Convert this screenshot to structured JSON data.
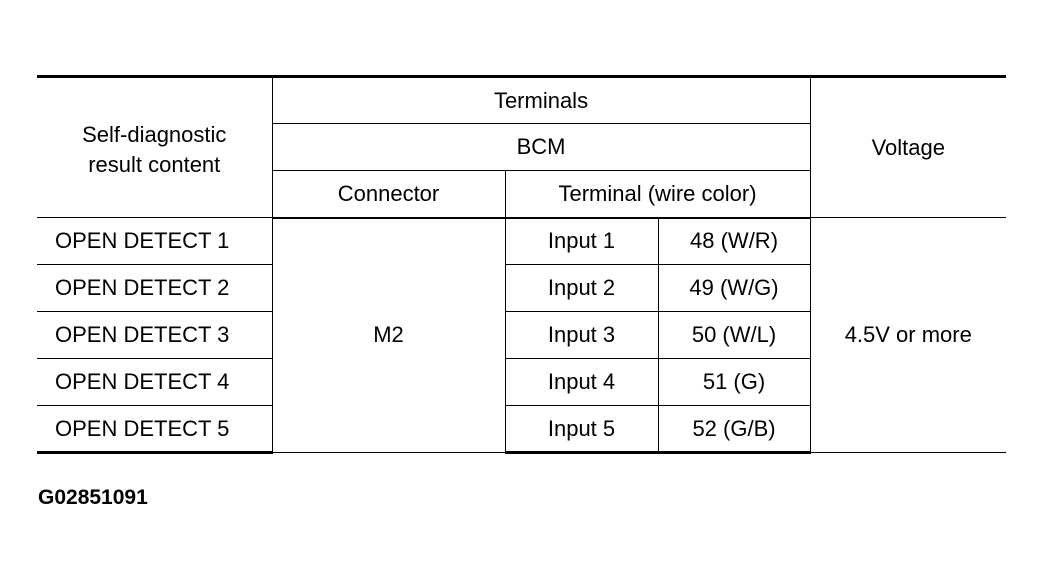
{
  "table": {
    "header": {
      "result_content": "Self-diagnostic result content",
      "terminals": "Terminals",
      "unit": "BCM",
      "connector": "Connector",
      "terminal_wire_color": "Terminal (wire color)",
      "voltage": "Voltage"
    },
    "connector_value": "M2",
    "voltage_value": "4.5V or more",
    "rows": [
      {
        "result": "OPEN DETECT 1",
        "input": "Input 1",
        "terminal": "48 (W/R)"
      },
      {
        "result": "OPEN DETECT 2",
        "input": "Input 2",
        "terminal": "49 (W/G)"
      },
      {
        "result": "OPEN DETECT 3",
        "input": "Input 3",
        "terminal": "50 (W/L)"
      },
      {
        "result": "OPEN DETECT 4",
        "input": "Input 4",
        "terminal": "51 (G)"
      },
      {
        "result": "OPEN DETECT 5",
        "input": "Input 5",
        "terminal": "52 (G/B)"
      }
    ]
  },
  "figure_code": "G02851091"
}
